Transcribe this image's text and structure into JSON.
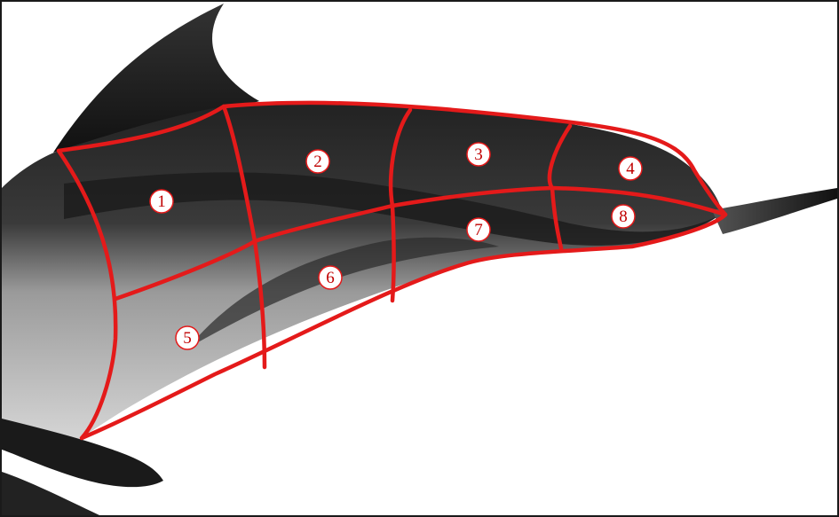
{
  "colors": {
    "outline": "#e41a1a",
    "label": "#c00000",
    "frame": "#1a1a1a"
  },
  "zones": [
    {
      "id": "1",
      "label": "1"
    },
    {
      "id": "2",
      "label": "2"
    },
    {
      "id": "3",
      "label": "3"
    },
    {
      "id": "4",
      "label": "4"
    },
    {
      "id": "5",
      "label": "5"
    },
    {
      "id": "6",
      "label": "6"
    },
    {
      "id": "7",
      "label": "7"
    },
    {
      "id": "8",
      "label": "8"
    }
  ]
}
